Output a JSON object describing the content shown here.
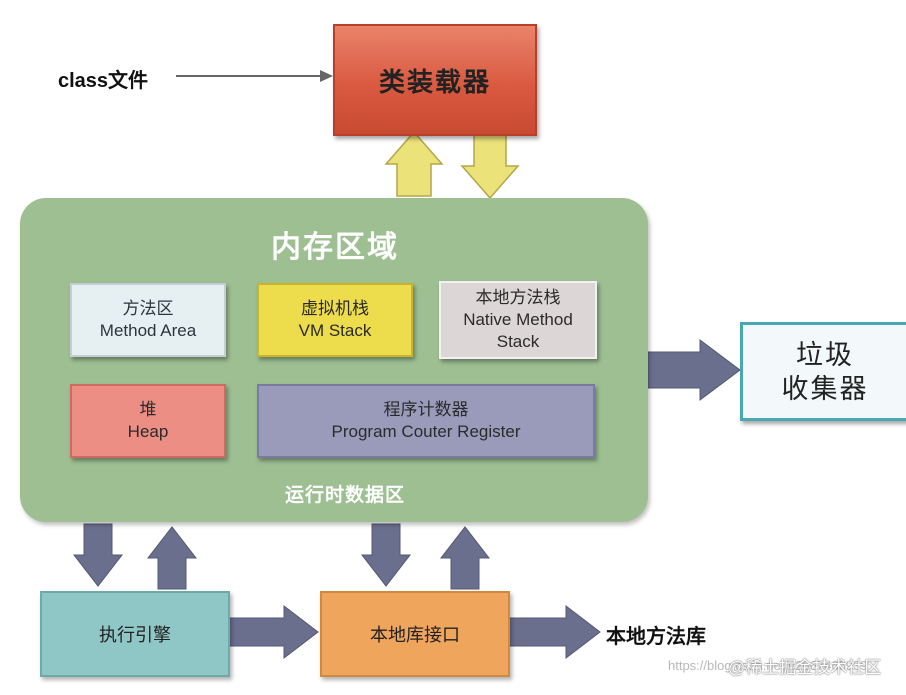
{
  "input": {
    "label": "class文件"
  },
  "classloader": {
    "label": "类装载器"
  },
  "memory": {
    "title": "内存区域",
    "subtitle": "运行时数据区",
    "method_area": {
      "zh": "方法区",
      "en": "Method Area"
    },
    "vm_stack": {
      "zh": "虚拟机栈",
      "en": "VM Stack"
    },
    "native_stack": {
      "zh": "本地方法栈",
      "en1": "Native Method",
      "en2": "Stack"
    },
    "heap": {
      "zh": "堆",
      "en": "Heap"
    },
    "pc_register": {
      "zh": "程序计数器",
      "en": "Program Couter Register"
    }
  },
  "gc": {
    "line1": "垃圾",
    "line2": "收集器"
  },
  "execution_engine": {
    "label": "执行引擎"
  },
  "native_interface": {
    "label": "本地库接口"
  },
  "native_library": {
    "label": "本地方法库"
  },
  "watermark": {
    "url": "https://blog.csdn.net/u2667465939",
    "text": "@稀土掘金技术社区"
  },
  "colors": {
    "classloader": "#d95a40",
    "memory": "#9dbf92",
    "vm_stack": "#eddc4b",
    "heap": "#ec8e84",
    "pc_register": "#9a9bbb",
    "gc_border": "#4aa7b4",
    "exec_engine": "#8fc7c6",
    "native_iface": "#f0a55c",
    "yellow_arrow": "#ece27a",
    "blue_arrow": "#6b6f8e"
  }
}
